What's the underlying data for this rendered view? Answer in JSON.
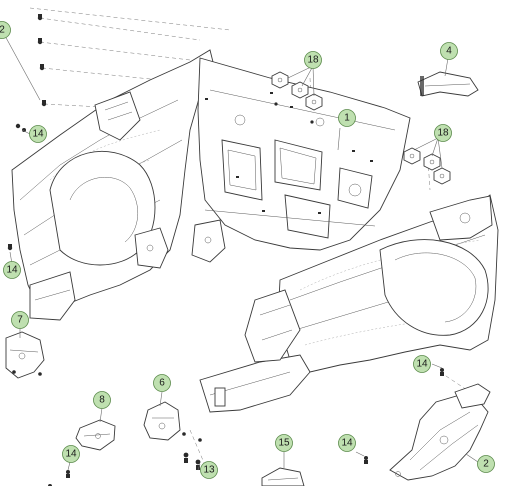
{
  "diagram": {
    "callouts": [
      {
        "id": "c-2a",
        "label": "2"
      },
      {
        "id": "c-14a",
        "label": "14"
      },
      {
        "id": "c-14b",
        "label": "14"
      },
      {
        "id": "c-7",
        "label": "7"
      },
      {
        "id": "c-18a",
        "label": "18"
      },
      {
        "id": "c-4",
        "label": "4"
      },
      {
        "id": "c-1",
        "label": "1"
      },
      {
        "id": "c-18b",
        "label": "18"
      },
      {
        "id": "c-14c",
        "label": "14"
      },
      {
        "id": "c-6",
        "label": "6"
      },
      {
        "id": "c-8",
        "label": "8"
      },
      {
        "id": "c-14d",
        "label": "14"
      },
      {
        "id": "c-15",
        "label": "15"
      },
      {
        "id": "c-14e",
        "label": "14"
      },
      {
        "id": "c-13",
        "label": "13"
      },
      {
        "id": "c-2b",
        "label": "2"
      }
    ]
  }
}
